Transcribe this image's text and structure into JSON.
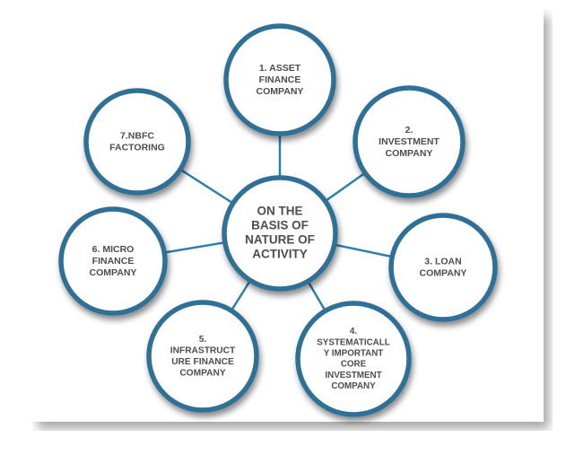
{
  "diagram": {
    "colors": {
      "stroke": "#2f6f96",
      "connector": "#2f7fae",
      "text": "#4d4d4d",
      "fill": "#ffffff"
    },
    "center": {
      "lines": [
        "ON THE",
        "BASIS OF",
        "NATURE OF",
        "ACTIVITY"
      ]
    },
    "nodes": [
      {
        "lines": [
          "1. ASSET",
          "FINANCE",
          "COMPANY"
        ]
      },
      {
        "lines": [
          "2.",
          "INVESTMENT",
          "COMPANY"
        ]
      },
      {
        "lines": [
          "3. LOAN",
          "COMPANY"
        ]
      },
      {
        "lines": [
          "4.",
          "SYSTEMATICALL",
          "Y IMPORTANT",
          "CORE",
          "INVESTMENT",
          "COMPANY"
        ]
      },
      {
        "lines": [
          "5.",
          "INFRASTRUCT",
          "URE FINANCE",
          "COMPANY"
        ]
      },
      {
        "lines": [
          "6. MICRO",
          "FINANCE",
          "COMPANY"
        ]
      },
      {
        "lines": [
          "7.NBFC",
          "FACTORING"
        ]
      }
    ]
  }
}
